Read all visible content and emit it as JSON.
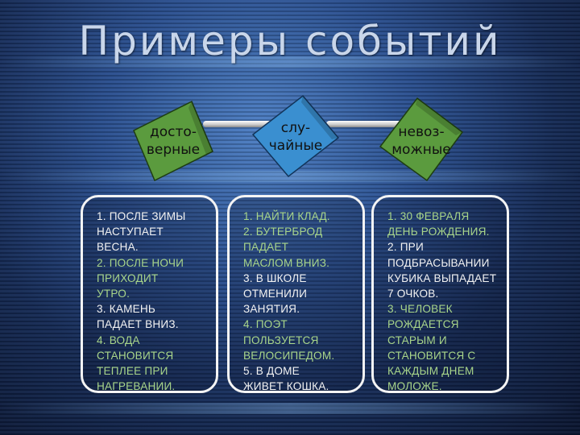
{
  "slide": {
    "title": "Примеры событий"
  },
  "categories": [
    {
      "label_line1": "досто-",
      "label_line2": "верные",
      "color": "#5b9b3e"
    },
    {
      "label_line1": "слу-",
      "label_line2": "чайные",
      "color": "#3a8fd0"
    },
    {
      "label_line1": "невоз-",
      "label_line2": "можные",
      "color": "#5b9b3e"
    }
  ],
  "columns": [
    {
      "lines": [
        {
          "text": "1. ПОСЛЕ ЗИМЫ",
          "color": "white"
        },
        {
          "text": "НАСТУПАЕТ",
          "color": "white"
        },
        {
          "text": "ВЕСНА.",
          "color": "white"
        },
        {
          "text": "2. ПОСЛЕ НОЧИ",
          "color": "green"
        },
        {
          "text": "ПРИХОДИТ",
          "color": "green"
        },
        {
          "text": "УТРО.",
          "color": "green"
        },
        {
          "text": "3. КАМЕНЬ",
          "color": "white"
        },
        {
          "text": "ПАДАЕТ ВНИЗ.",
          "color": "white"
        },
        {
          "text": "4. ВОДА",
          "color": "green"
        },
        {
          "text": "СТАНОВИТСЯ",
          "color": "green"
        },
        {
          "text": "ТЕПЛЕЕ ПРИ",
          "color": "green"
        },
        {
          "text": "НАГРЕВАНИИ.",
          "color": "green"
        }
      ]
    },
    {
      "lines": [
        {
          "text": "1. НАЙТИ КЛАД.",
          "color": "green"
        },
        {
          "text": "2. БУТЕРБРОД",
          "color": "green"
        },
        {
          "text": "ПАДАЕТ",
          "color": "green"
        },
        {
          "text": "МАСЛОМ ВНИЗ.",
          "color": "green"
        },
        {
          "text": "3. В ШКОЛЕ",
          "color": "white"
        },
        {
          "text": "ОТМЕНИЛИ",
          "color": "white"
        },
        {
          "text": "ЗАНЯТИЯ.",
          "color": "white"
        },
        {
          "text": "4. ПОЭТ",
          "color": "green"
        },
        {
          "text": "ПОЛЬЗУЕТСЯ",
          "color": "green"
        },
        {
          "text": "ВЕЛОСИПЕДОМ.",
          "color": "green"
        },
        {
          "text": "5. В ДОМЕ",
          "color": "white"
        },
        {
          "text": "ЖИВЕТ КОШКА.",
          "color": "white"
        }
      ]
    },
    {
      "lines": [
        {
          "text": "1. 30 ФЕВРАЛЯ",
          "color": "green"
        },
        {
          "text": "ДЕНЬ РОЖДЕНИЯ.",
          "color": "green"
        },
        {
          "text": "2. ПРИ",
          "color": "white"
        },
        {
          "text": "ПОДБРАСЫВАНИИ",
          "color": "white"
        },
        {
          "text": "КУБИКА ВЫПАДАЕТ",
          "color": "white"
        },
        {
          "text": "7 ОЧКОВ.",
          "color": "white"
        },
        {
          "text": "3. ЧЕЛОВЕК",
          "color": "green"
        },
        {
          "text": "РОЖДАЕТСЯ",
          "color": "green"
        },
        {
          "text": "СТАРЫМ И",
          "color": "green"
        },
        {
          "text": "СТАНОВИТСЯ С",
          "color": "green"
        },
        {
          "text": "КАЖДЫМ ДНЕМ",
          "color": "green"
        },
        {
          "text": "МОЛОЖЕ.",
          "color": "green"
        }
      ]
    }
  ]
}
